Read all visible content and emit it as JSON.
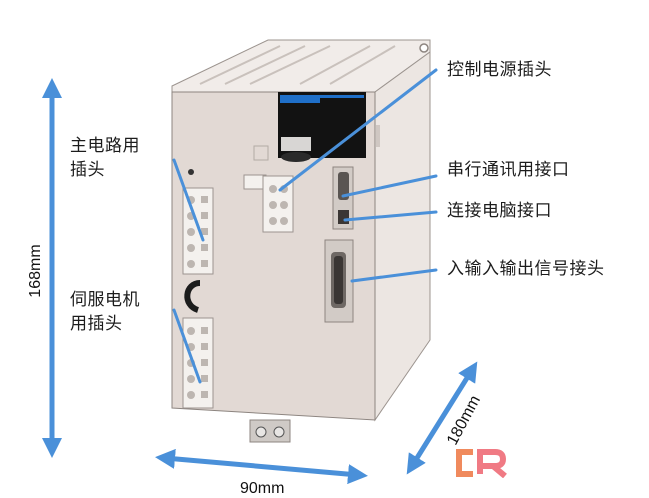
{
  "diagram": {
    "subject": "servo drive connector layout",
    "labels": {
      "control_power_connector": "控制电源插头",
      "serial_comm_port": "串行通讯用接口",
      "pc_connection_port": "连接电脑接口",
      "io_signal_connector": "入输入输出信号接头",
      "main_circuit_connector_line1": "主电路用",
      "main_circuit_connector_line2": "插头",
      "servo_motor_connector_line1": "伺服电机",
      "servo_motor_connector_line2": "用插头"
    },
    "dimensions": {
      "height": "168mm",
      "width": "90mm",
      "depth": "180mm"
    },
    "watermark": "CR"
  },
  "colors": {
    "leader_line": "#4a90d9",
    "arrow": "#4a90d9",
    "device_body": "#e2d9d4",
    "device_side": "#ece6e2",
    "device_top": "#f1ece9",
    "panel_black": "#121212",
    "panel_blue": "#1f6fc8",
    "watermark_orange": "#f08a5d",
    "watermark_pink": "#f07a84"
  }
}
